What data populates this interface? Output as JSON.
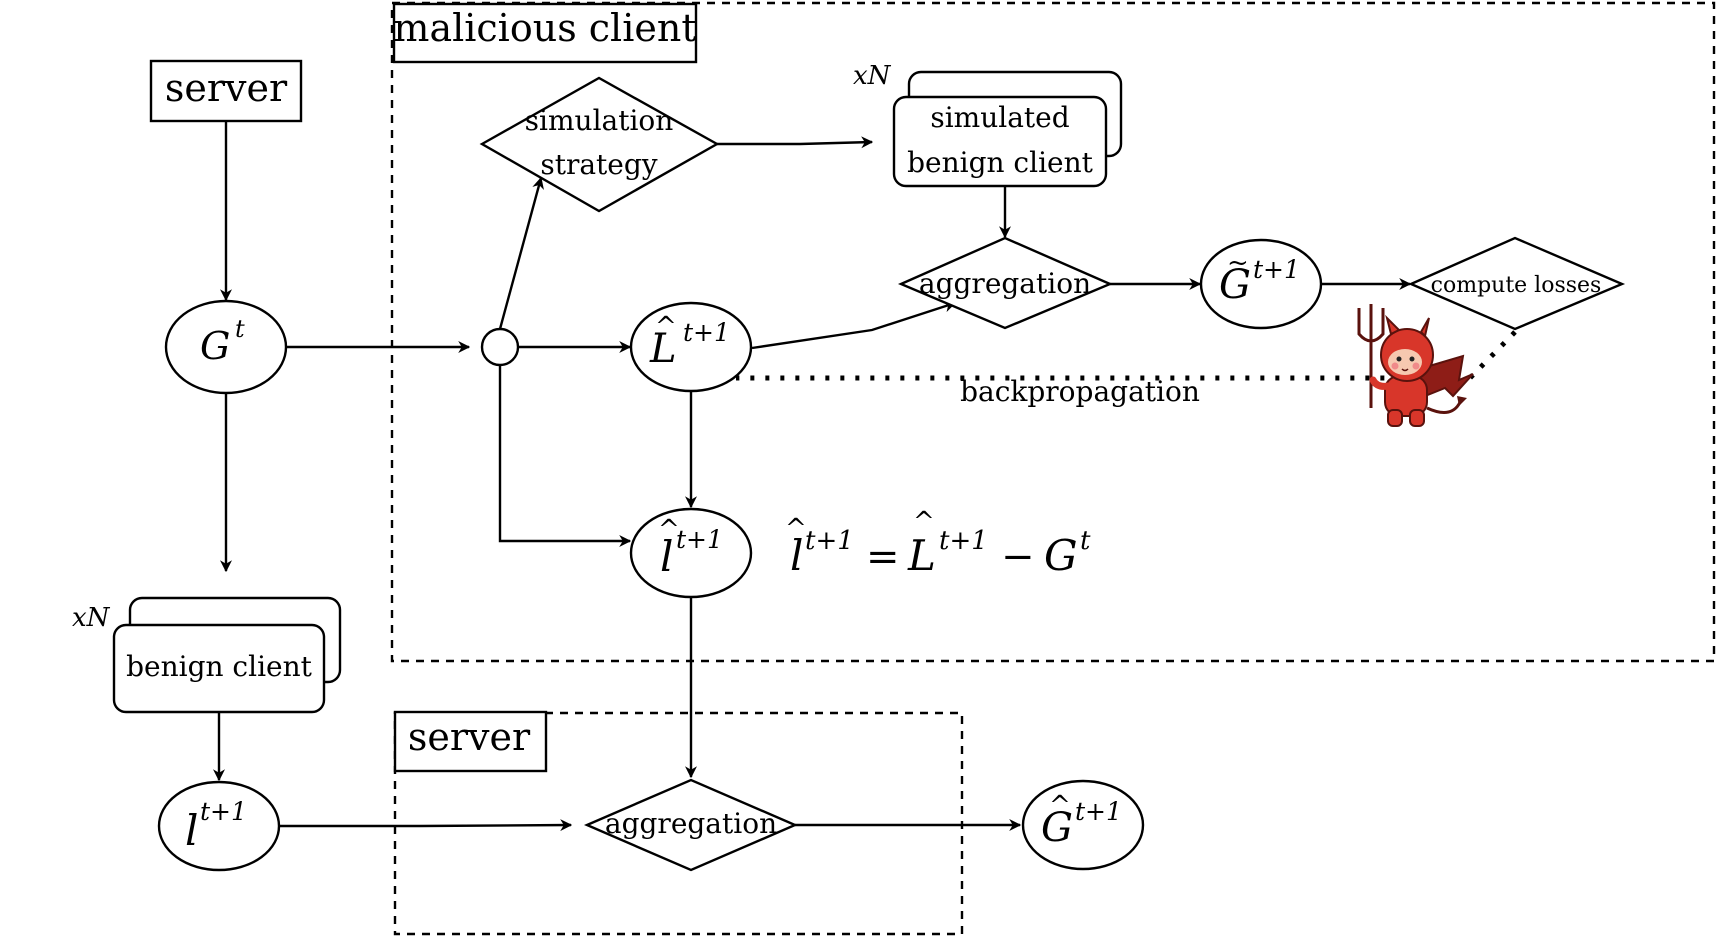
{
  "regions": {
    "malicious_client": "malicious client",
    "server_bottom": "server"
  },
  "nodes": {
    "server_top": "server",
    "simulation_strategy_line1": "simulation",
    "simulation_strategy_line2": "strategy",
    "simulated_client_line1": "simulated",
    "simulated_client_line2": "benign client",
    "simulated_multiplier": "xN",
    "aggregation_top": "aggregation",
    "compute_losses": "compute losses",
    "benign_client": "benign client",
    "benign_multiplier": "xN",
    "aggregation_bottom": "aggregation"
  },
  "edge_labels": {
    "backpropagation": "backpropagation"
  },
  "variables": {
    "G": "G",
    "L": "L",
    "l": "l",
    "t": "t",
    "t_plus_1": "t+1",
    "equals": "=",
    "minus": "−"
  },
  "illustration": {
    "icon": "devil-icon",
    "colors": {
      "body": "#d8362a",
      "wing": "#8e1d17",
      "outline": "#5a120d"
    }
  }
}
